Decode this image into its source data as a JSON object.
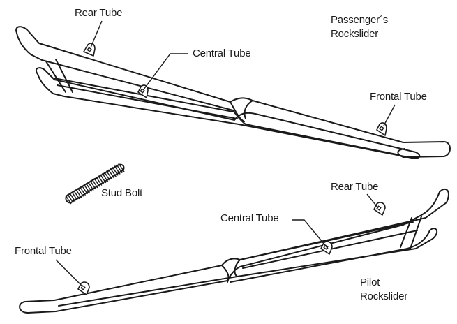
{
  "labels": {
    "passenger_rear_tube": "Rear Tube",
    "passenger_central_tube": "Central Tube",
    "passenger_frontal_tube": "Frontal Tube",
    "passenger_title_line1": "Passenger´s",
    "passenger_title_line2": "Rockslider",
    "stud_bolt": "Stud Bolt",
    "pilot_rear_tube": "Rear Tube",
    "pilot_central_tube": "Central Tube",
    "pilot_frontal_tube": "Frontal Tube",
    "pilot_title_line1": "Pilot",
    "pilot_title_line2": "Rockslider"
  },
  "colors": {
    "line": "#1a1a1a",
    "background": "#ffffff"
  }
}
